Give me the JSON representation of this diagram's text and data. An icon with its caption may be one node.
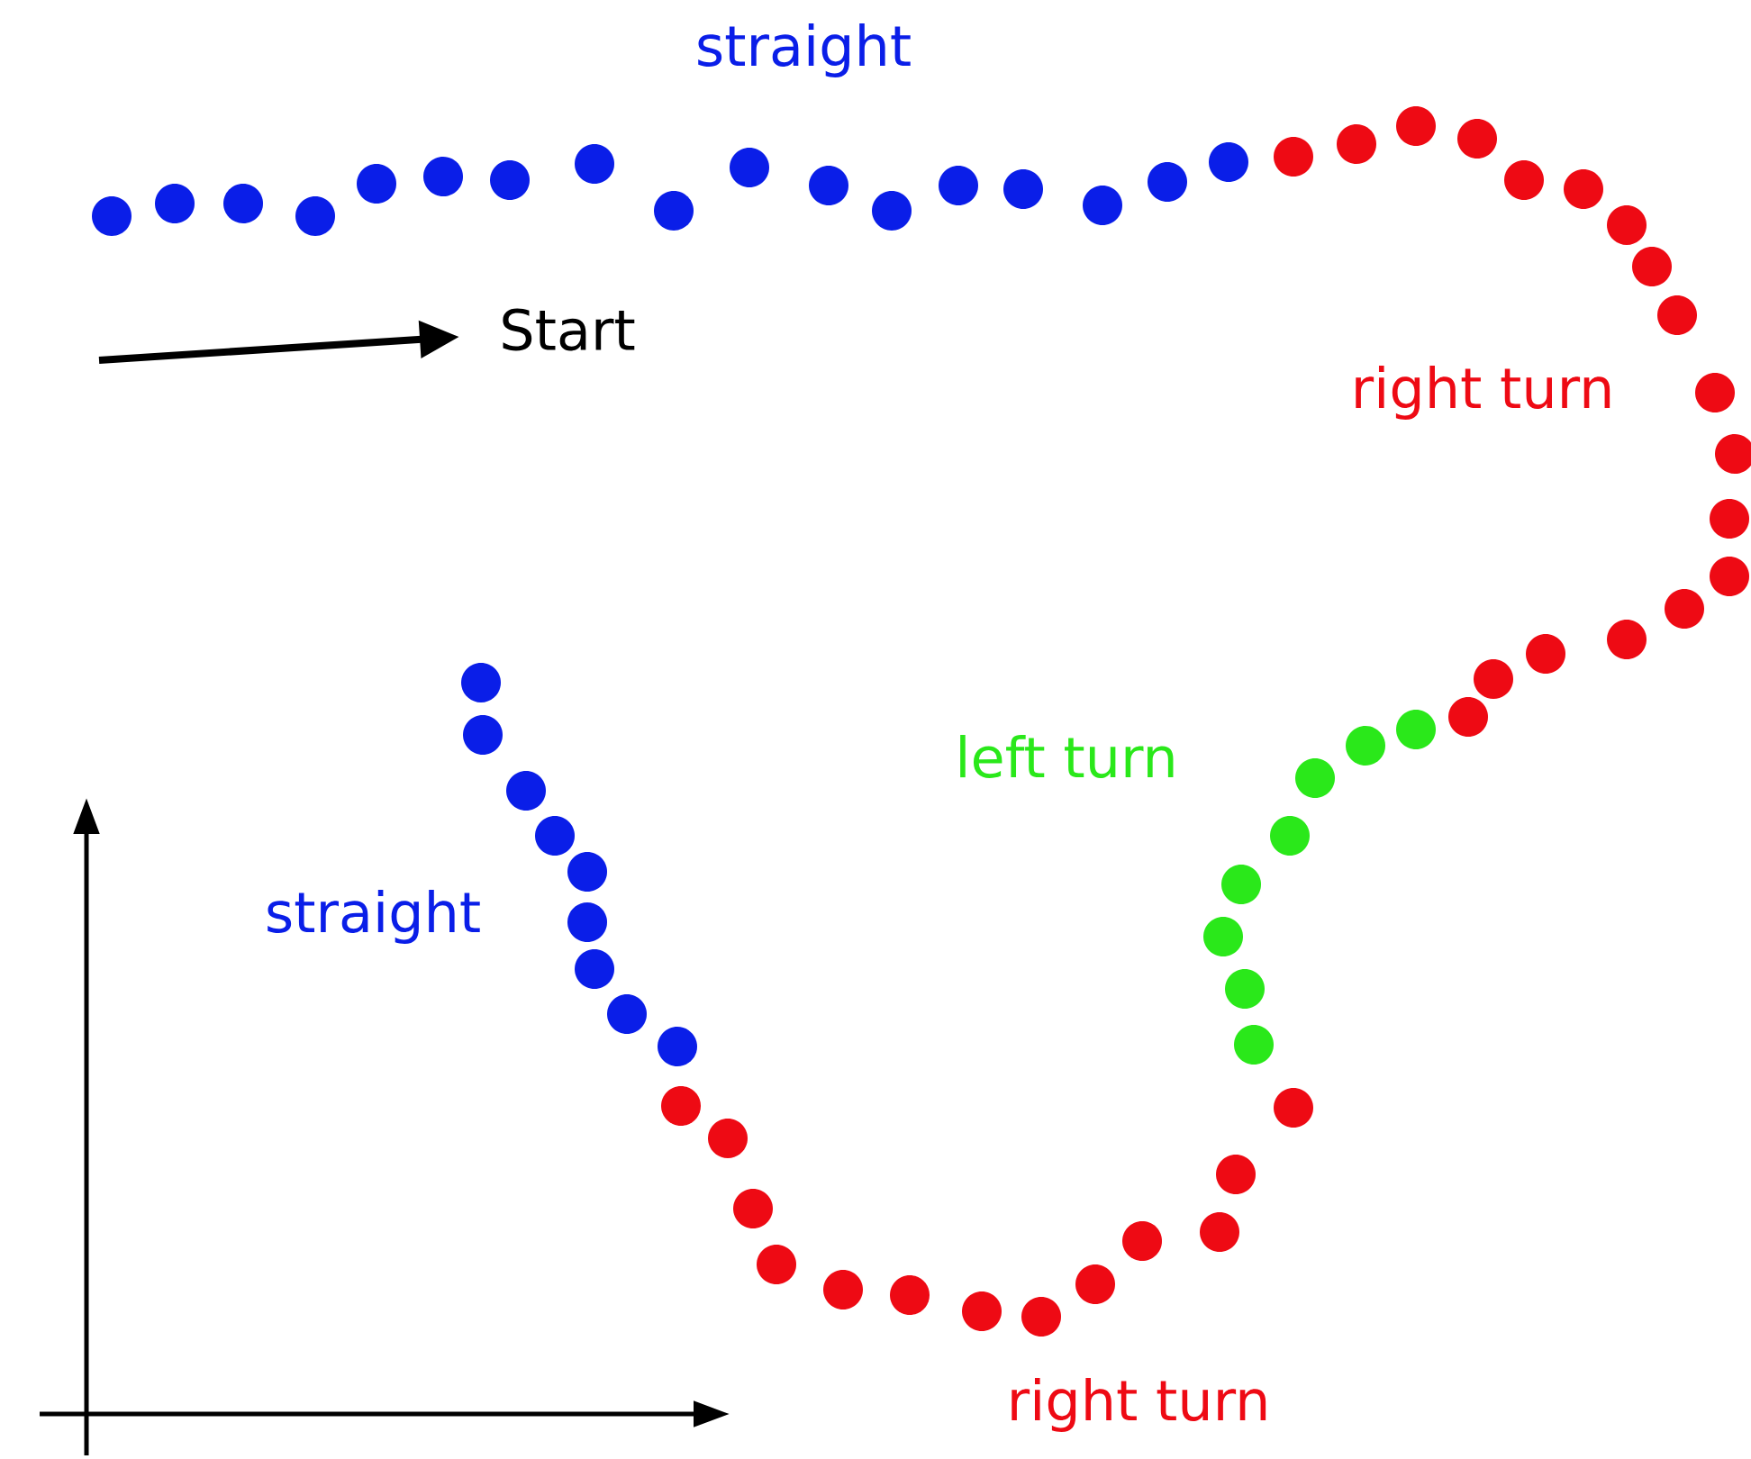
{
  "diagram": {
    "labels": [
      "straight",
      "Start",
      "right turn",
      "left turn",
      "straight",
      "right turn"
    ]
  }
}
